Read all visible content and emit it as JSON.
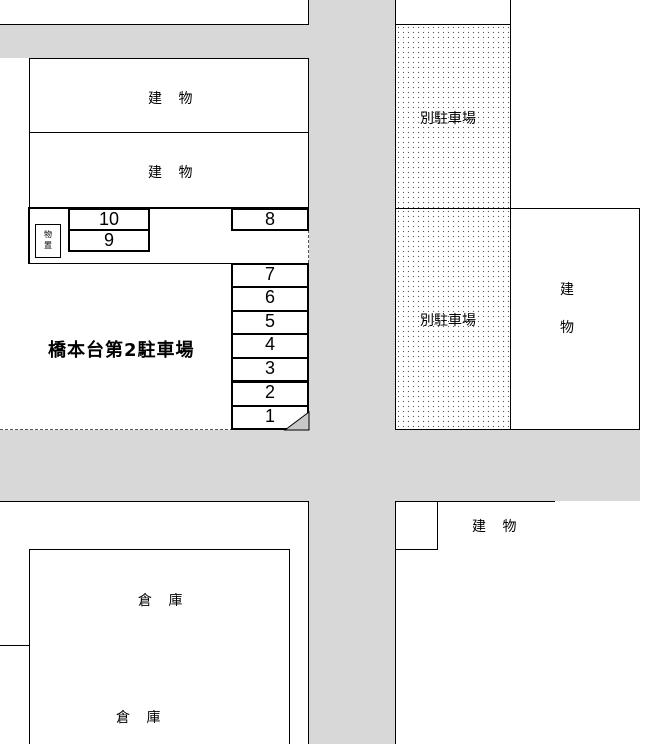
{
  "map": {
    "title": "橋本台第2駐車場",
    "colors": {
      "road": "#d8d8d8",
      "line": "#000000",
      "dots": "#555555",
      "background": "#ffffff"
    },
    "buildings": {
      "top_building_1": "建 物",
      "top_building_2": "建 物",
      "right_building_char1": "建",
      "right_building_char2": "物",
      "bottom_right_building": "建 物",
      "warehouse_1": "倉 庫",
      "warehouse_2": "倉 庫"
    },
    "storage": {
      "char1": "物",
      "char2": "置"
    },
    "other_parking": {
      "label_top": "別駐車場",
      "label_bottom": "別駐車場"
    },
    "slots": [
      {
        "number": "1"
      },
      {
        "number": "2"
      },
      {
        "number": "3"
      },
      {
        "number": "4"
      },
      {
        "number": "5"
      },
      {
        "number": "6"
      },
      {
        "number": "7"
      },
      {
        "number": "8"
      },
      {
        "number": "9"
      },
      {
        "number": "10"
      }
    ]
  }
}
